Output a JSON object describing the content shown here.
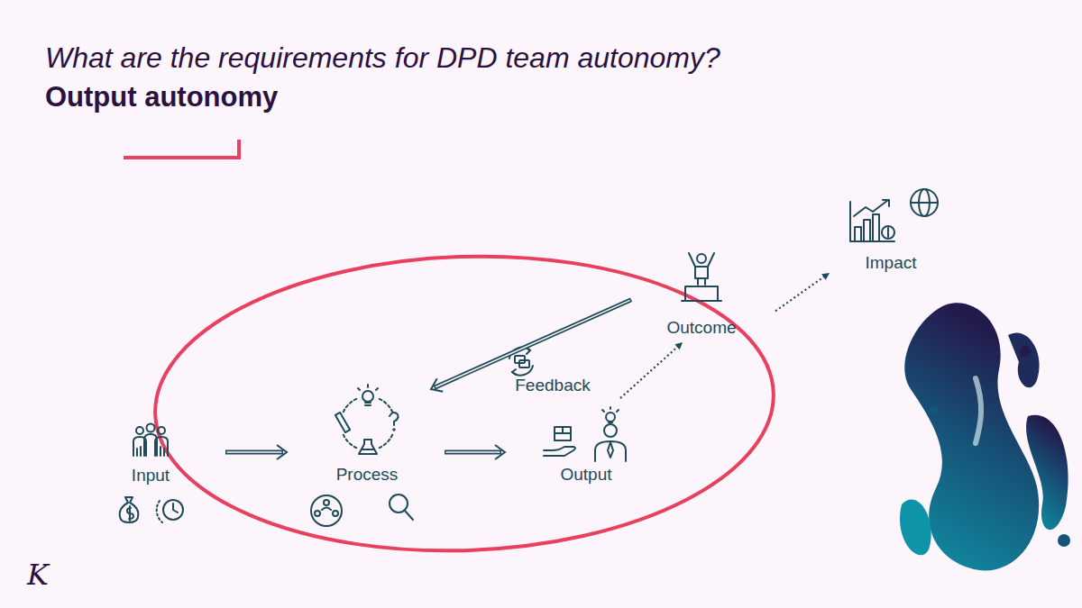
{
  "diagram": {
    "title": "What are the requirements for DPD team autonomy?",
    "nodes": [
      {
        "text": [
          "Input"
        ]
      },
      {
        "text": [
          "Process"
        ]
      },
      {
        "text": [
          "Feedback"
        ]
      },
      {
        "text": [
          "Output"
        ]
      },
      {
        "text": [
          "Outcome"
        ]
      },
      {
        "text": [
          "Impact"
        ]
      }
    ],
    "edges": [
      {
        "from": 0,
        "to": 1,
        "arrow": "to"
      },
      {
        "from": 1,
        "to": 3,
        "arrow": "to"
      },
      {
        "from": 4,
        "to": 1,
        "arrow": "to"
      },
      {
        "from": 3,
        "to": 4,
        "arrow": "to"
      },
      {
        "from": 4,
        "to": 5,
        "arrow": "to"
      }
    ],
    "labels": [
      "Output autonomy",
      "K"
    ]
  }
}
